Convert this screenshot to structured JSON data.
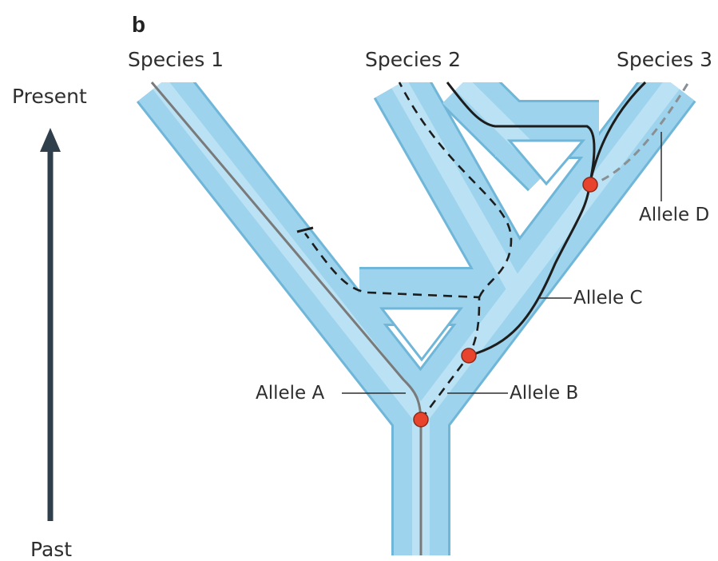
{
  "panel_label": "b",
  "species": [
    "Species 1",
    "Species 2",
    "Species 3"
  ],
  "time_axis": {
    "top": "Present",
    "bottom": "Past"
  },
  "alleles": [
    "Allele A",
    "Allele B",
    "Allele C",
    "Allele D"
  ],
  "colors": {
    "tree_fill": "#9dd3ec",
    "tree_edge": "#6fb6d8",
    "allele_gray": "#7a7a7a",
    "allele_dark": "#1d1d1d",
    "allele_dashed_gray": "#8a8f94",
    "mutation_dot": "#e8432c",
    "arrow": "#2f3f4c"
  }
}
